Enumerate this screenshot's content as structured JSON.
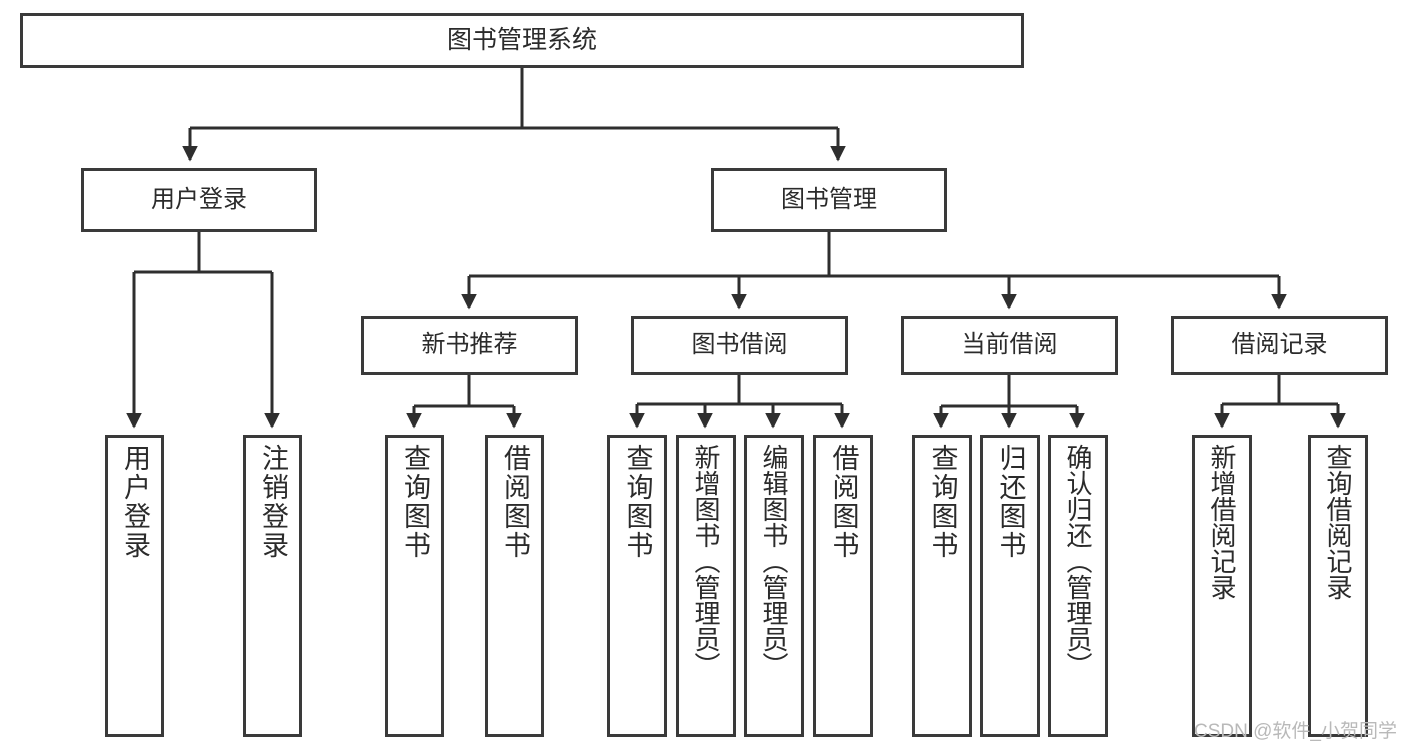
{
  "diagram": {
    "title": "图书管理系统",
    "type": "tree-hierarchy-chart",
    "orientation": "top-down",
    "box_fill": "#ffffff",
    "box_stroke": "#3a3a3a",
    "text_color": "#2b2b2b",
    "background": "#ffffff"
  },
  "root": {
    "label": "图书管理系统"
  },
  "level2": [
    {
      "label": "用户登录"
    },
    {
      "label": "图书管理"
    }
  ],
  "level3": [
    {
      "label": "新书推荐"
    },
    {
      "label": "图书借阅"
    },
    {
      "label": "当前借阅"
    },
    {
      "label": "借阅记录"
    }
  ],
  "leaves": {
    "user_login": [
      {
        "label": "用户登录"
      },
      {
        "label": "注销登录"
      }
    ],
    "new_book_recommend": [
      {
        "label": "查询图书"
      },
      {
        "label": "借阅图书"
      }
    ],
    "book_borrow": [
      {
        "label": "查询图书"
      },
      {
        "label": "新增图书（管理员）"
      },
      {
        "label": "编辑图书（管理员）"
      },
      {
        "label": "借阅图书"
      }
    ],
    "current_borrow": [
      {
        "label": "查询图书"
      },
      {
        "label": "归还图书"
      },
      {
        "label": "确认归还（管理员）"
      }
    ],
    "borrow_record": [
      {
        "label": "新增借阅记录"
      },
      {
        "label": "查询借阅记录"
      }
    ]
  },
  "watermark": {
    "text": "CSDN @软件_小贺同学",
    "color": "#b9b9b9"
  }
}
